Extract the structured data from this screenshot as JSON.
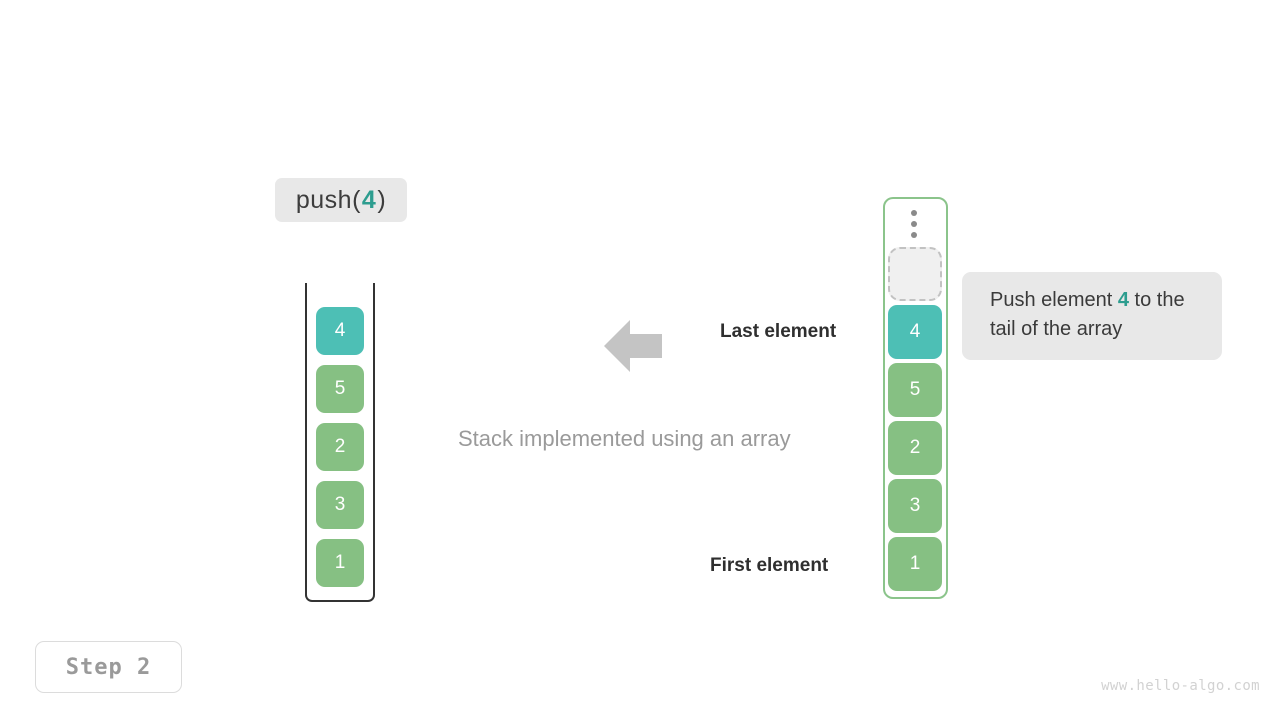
{
  "operation": {
    "prefix": "push(",
    "argument": "4",
    "suffix": ")"
  },
  "stack_panel": {
    "name": "stack",
    "caption": "Stack implemented using an array",
    "cells": [
      {
        "value": "4",
        "color": "teal"
      },
      {
        "value": "5",
        "color": "green"
      },
      {
        "value": "2",
        "color": "green"
      },
      {
        "value": "3",
        "color": "green"
      },
      {
        "value": "1",
        "color": "green"
      }
    ]
  },
  "array_panel": {
    "name": "array",
    "ellipsis": "vertical-ellipsis",
    "empty_slot_label": "",
    "cells": [
      {
        "value": "4",
        "color": "teal"
      },
      {
        "value": "5",
        "color": "green"
      },
      {
        "value": "2",
        "color": "green"
      },
      {
        "value": "3",
        "color": "green"
      },
      {
        "value": "1",
        "color": "green"
      }
    ]
  },
  "annotations": {
    "arrow": "arrow-left",
    "last_element": "Last element",
    "first_element": "First element"
  },
  "tooltip": {
    "text_before": "Push element ",
    "highlight": "4",
    "text_after": " to the tail of the array"
  },
  "step_badge": {
    "label": "Step 2"
  },
  "watermark": {
    "text": "www.hello-algo.com"
  },
  "colors": {
    "teal": "#4dbfb5",
    "green": "#86c083",
    "array_border": "#8bc48b",
    "stack_border": "#333333",
    "label_bg": "#e8e8e8",
    "muted_text": "#9a9a9a",
    "accent_text": "#2d9d8f"
  }
}
